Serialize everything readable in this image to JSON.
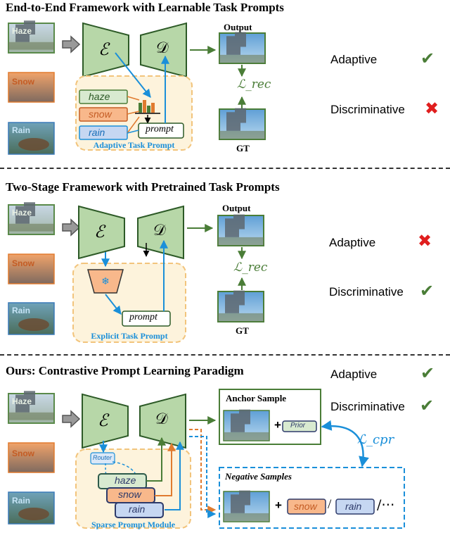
{
  "sections": [
    {
      "title": "End-to-End Framework with Learnable Task Prompts",
      "inputs": [
        "Haze",
        "Snow",
        "Rain"
      ],
      "output_label": "Output",
      "gt_label": "GT",
      "loss": "ℒ_rec",
      "prompt_box": "Adaptive Task Prompt",
      "prompt_items": [
        "haze",
        "snow",
        "rain"
      ],
      "prompt_label": "prompt",
      "props": [
        {
          "name": "Adaptive",
          "status": "check"
        },
        {
          "name": "Discriminative",
          "status": "cross"
        }
      ]
    },
    {
      "title": "Two-Stage Framework with Pretrained Task Prompts",
      "inputs": [
        "Haze",
        "Snow",
        "Rain"
      ],
      "output_label": "Output",
      "gt_label": "GT",
      "loss": "ℒ_rec",
      "prompt_box": "Explicit Task Prompt",
      "prompt_label": "prompt",
      "props": [
        {
          "name": "Adaptive",
          "status": "cross"
        },
        {
          "name": "Discriminative",
          "status": "check"
        }
      ]
    },
    {
      "title": "Ours: Contrastive Prompt Learning Paradigm",
      "inputs": [
        "Haze",
        "Snow",
        "Rain"
      ],
      "anchor_title": "Anchor Sample",
      "prior_label": "Prior",
      "negative_title": "Negative Samples",
      "negative_items": [
        "snow",
        "rain"
      ],
      "loss": "ℒ_cpr",
      "router_label": "Router",
      "prompt_box": "Sparse Prompt Module",
      "prompt_items": [
        "haze",
        "snow",
        "rain"
      ],
      "props": [
        {
          "name": "Adaptive",
          "status": "check"
        },
        {
          "name": "Discriminative",
          "status": "check"
        }
      ]
    }
  ],
  "encoder_symbol": "ℰ",
  "decoder_symbol": "𝒟",
  "plus_symbol": "+",
  "slash_symbol": "/",
  "ellipsis_symbol": "/⋯",
  "check_symbol": "✔",
  "cross_symbol": "✖",
  "colors": {
    "encoder_fill": "#b7d7a8",
    "encoder_stroke": "#2d5a27",
    "green_arrow": "#4a7d37",
    "blue_arrow": "#1a8fd9",
    "orange_dash": "#e07b2f",
    "prompt_bg": "#fdf3dc",
    "prompt_border": "#f2c47c",
    "haze_box": "#d8ead0",
    "snow_box": "#f8b88b",
    "rain_box": "#c6d7f2",
    "check": "#4a7d37",
    "cross": "#e01e1e"
  }
}
